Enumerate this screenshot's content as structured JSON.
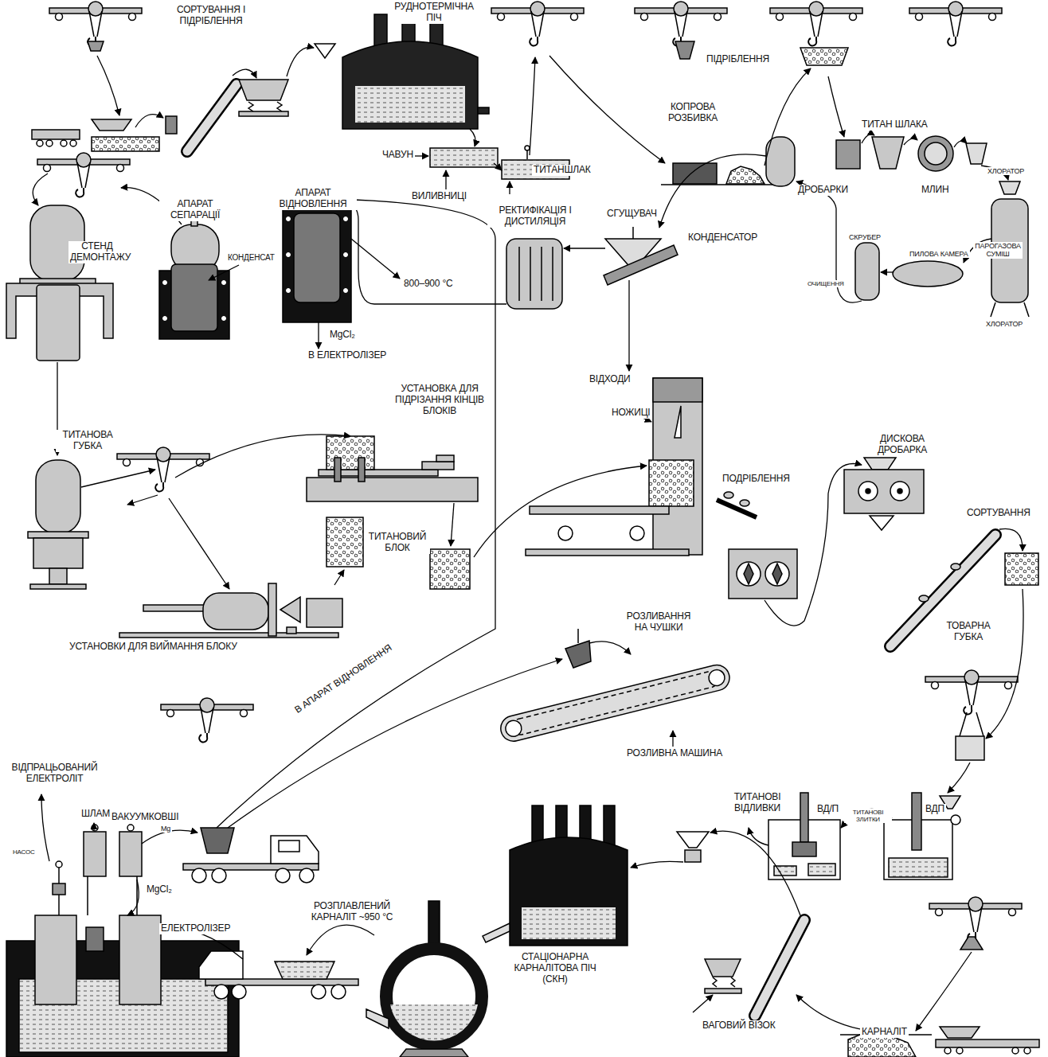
{
  "diagram": {
    "labels": [
      "СОРТУВАННЯ І ПІДРІБЛЕННЯ",
      "РУДНОТЕРМІЧНА ПІЧ",
      "ЧАВУН",
      "ТИТАНШЛАК",
      "ВИЛИВНИЦІ",
      "ПІДРІБЛЕННЯ",
      "КОПРОВА РОЗБИВКА",
      "ТИТАН ШЛАКА",
      "ДРОБАРКИ",
      "МЛИН",
      "АПАРАТ ВІДНОВЛЕННЯ",
      "АПАРАТ СЕПАРАЦІЇ",
      "СТЕНД ДЕМОНТАЖУ",
      "КОНДЕНСАТ",
      "800–900 °C",
      "MgCl₂",
      "В ЕЛЕКТРОЛІЗЕР",
      "РЕКТИФІКАЦІЯ І ДИСТИЛЯЦІЯ",
      "СГУЩУВАЧ",
      "КОНДЕНСАТОР",
      "ХЛОРАТОР",
      "СКРУБЕР",
      "ПИЛОВА КАМЕРА",
      "ПАРОГАЗОВА СУМІШ",
      "ОЧИЩЕННЯ",
      "ХЛОРАТОР",
      "ВІДХОДИ",
      "УСТАНОВКА ДЛЯ ПІДРІЗАННЯ КІНЦІВ БЛОКІВ",
      "НОЖИЦІ",
      "ТИТАНОВИЙ БЛОК",
      "ТИТАНОВА ГУБКА",
      "ПОДРІБЛЕННЯ",
      "ДИСКОВА ДРОБАРКА",
      "СОРТУВАННЯ",
      "УСТАНОВКИ ДЛЯ ВИЙМАННЯ БЛОКУ",
      "ТОВАРНА ГУБКА",
      "РОЗЛИВАННЯ НА ЧУШКИ",
      "В АПАРАТ ВІДНОВЛЕННЯ",
      "РОЗЛИВНА МАШИНА",
      "ВІДПРАЦЬОВАНИЙ ЕЛЕКТРОЛІТ",
      "ШЛАМ",
      "ВАКУУМКОВШІ",
      "НАСОС",
      "Mg",
      "MgCl₂",
      "ЕЛЕКТРОЛІЗЕР",
      "РОЗПЛАВЛЕНИЙ КАРНАЛІТ ~950 °C",
      "СТАЦІОНАРНА КАРНАЛІТОВА ПІЧ (СКН)",
      "ТИТАНОВІ ВІДЛИВКИ",
      "ВД/П",
      "ТИТАНОВІ ЗЛИТКИ",
      "ВДП",
      "ВАГОВИЙ ВІЗОК",
      "КАРНАЛІТ"
    ]
  }
}
